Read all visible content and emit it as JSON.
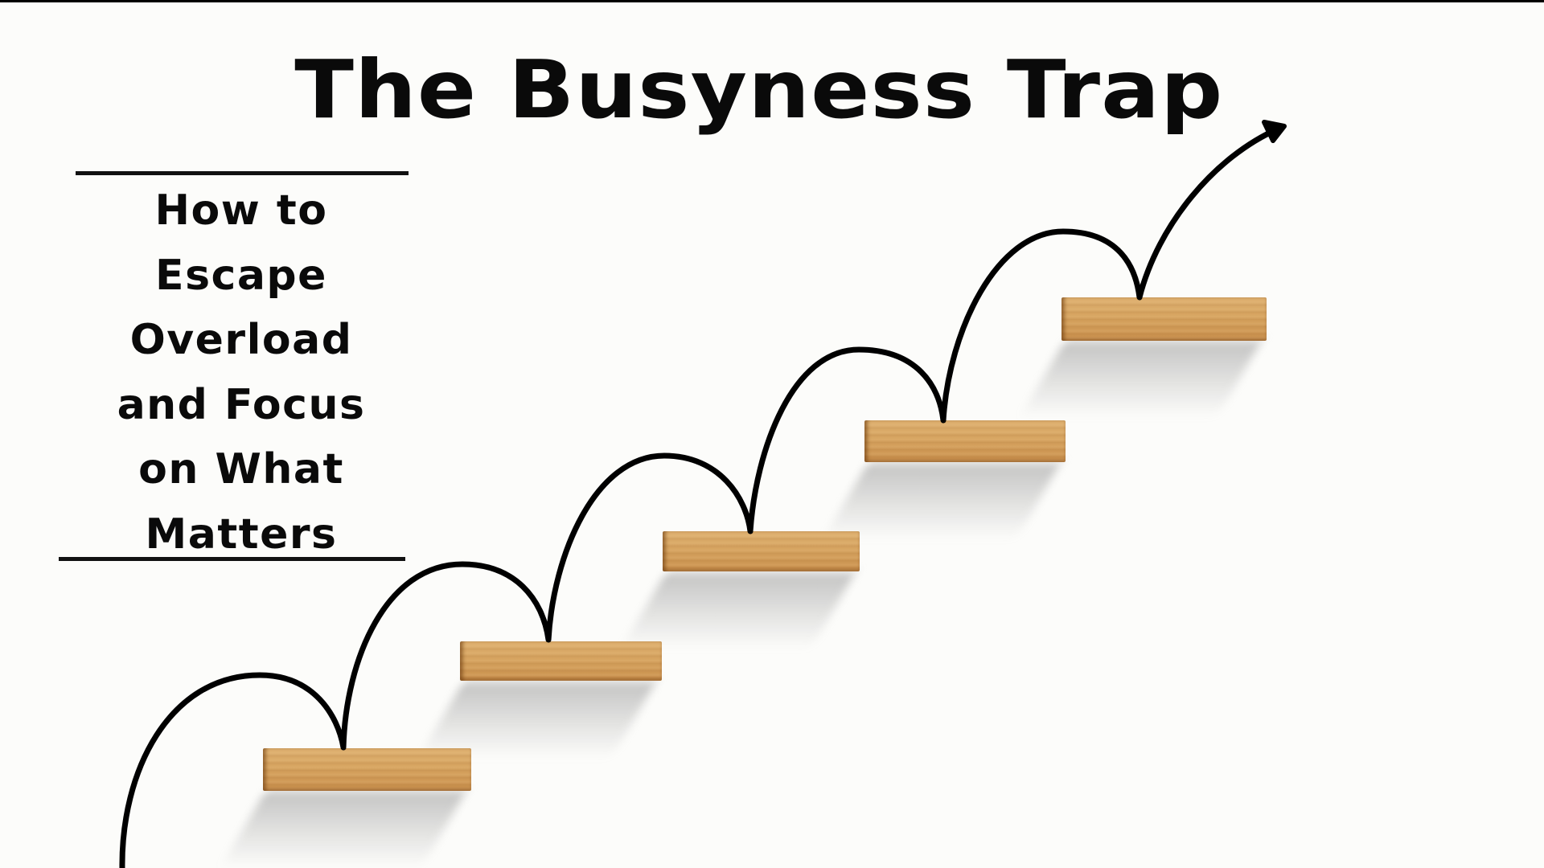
{
  "slide": {
    "title": "The Busyness Trap",
    "subtitle_lines": [
      "How to",
      "Escape",
      "Overload",
      "and Focus",
      "on What",
      "Matters"
    ]
  },
  "illustration": {
    "description": "Five wooden steps ascending left-to-right with a black arrow hopping step to step, ending in an arrowhead pointing up-right",
    "step_count": 5,
    "colors": {
      "background": "#fcfcfa",
      "text": "#0a0a0a",
      "wood_light": "#deb070",
      "wood_dark": "#c98f4c",
      "arrow": "#000000"
    }
  }
}
